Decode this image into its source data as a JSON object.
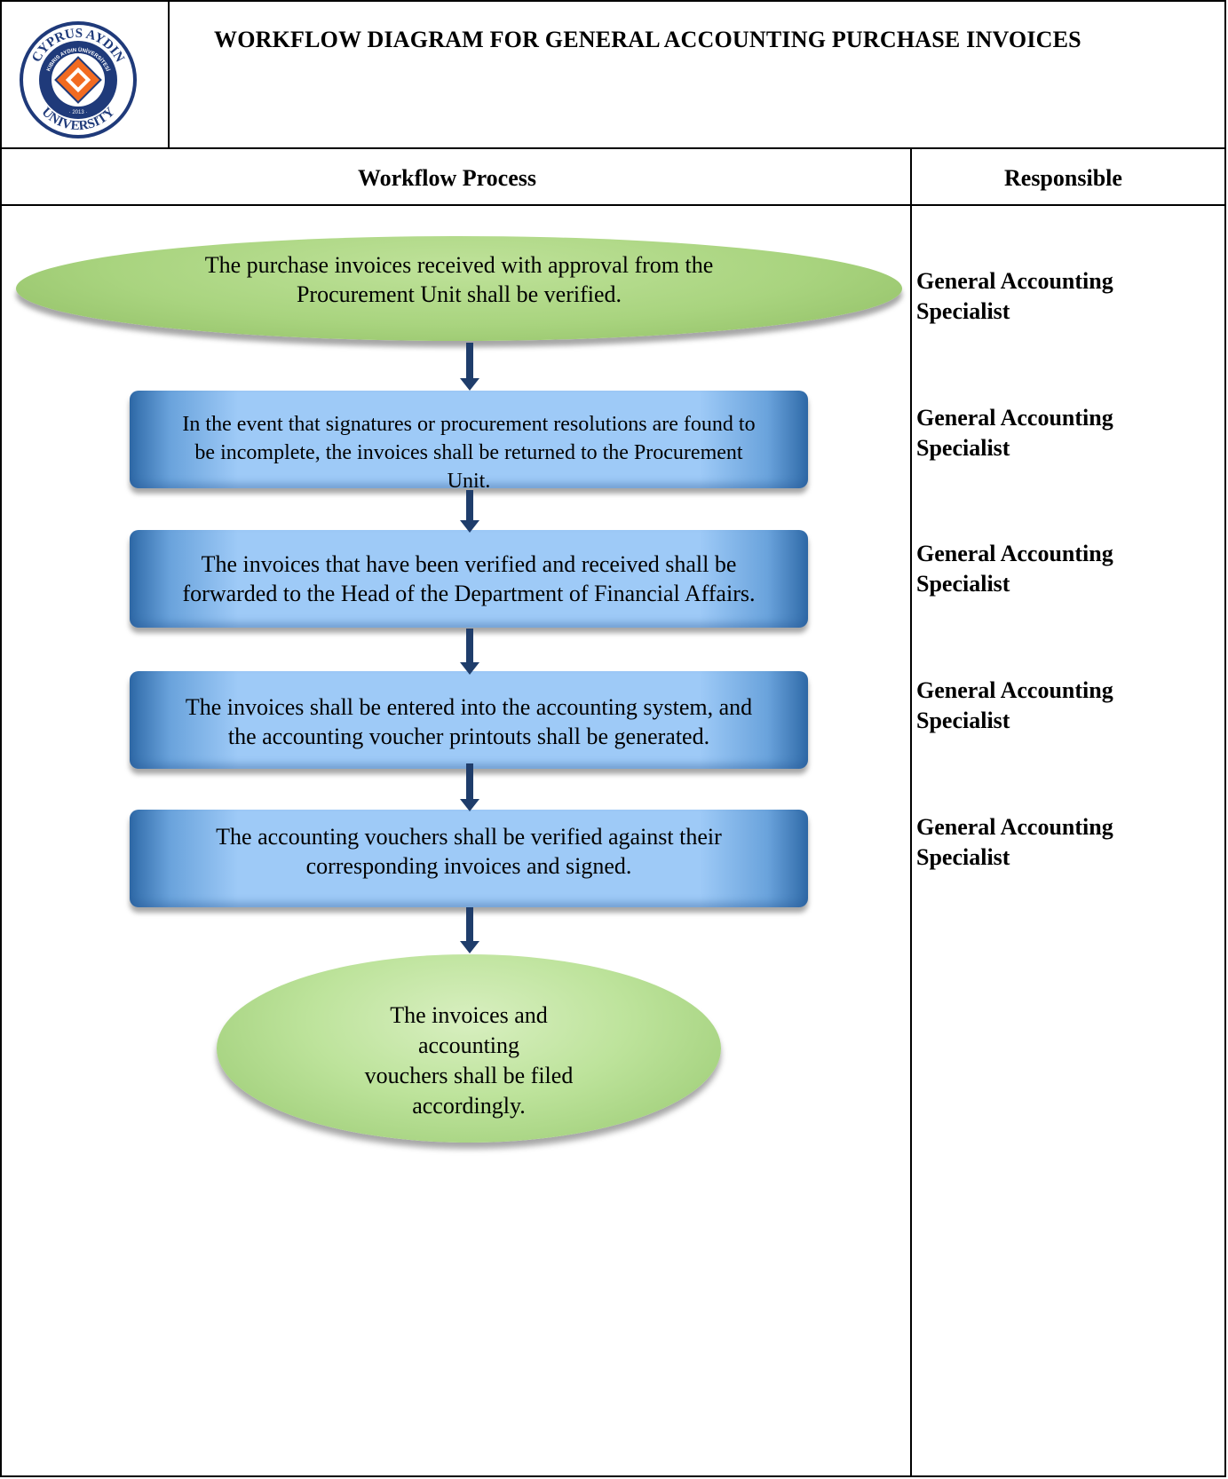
{
  "header": {
    "title": "WORKFLOW DIAGRAM FOR GENERAL ACCOUNTING PURCHASE INVOICES",
    "logo": {
      "top_text": "CYPRUS AYDIN",
      "inner_text": "KIBRIS AYDIN ÜNİVERSİTESİ",
      "year": "· 2013 ·",
      "bottom_text": "UNIVERSITY"
    }
  },
  "columns": {
    "process": "Workflow Process",
    "responsible": "Responsible"
  },
  "steps": [
    {
      "text_lines": [
        "The purchase invoices received with approval from the",
        "Procurement Unit shall be verified."
      ],
      "responsible_lines": [
        "General Accounting",
        "Specialist"
      ]
    },
    {
      "text_lines": [
        "In the event that signatures or procurement resolutions are found to",
        "be incomplete, the invoices shall be returned to the Procurement",
        "Unit."
      ],
      "responsible_lines": [
        "General Accounting",
        "Specialist"
      ]
    },
    {
      "text_lines": [
        "The invoices that have been verified and received shall be",
        "forwarded to the Head of the Department of Financial Affairs."
      ],
      "responsible_lines": [
        "General Accounting",
        "Specialist"
      ]
    },
    {
      "text_lines": [
        "The invoices shall be entered into the accounting system, and",
        "the accounting voucher printouts shall be generated."
      ],
      "responsible_lines": [
        "General Accounting",
        "Specialist"
      ]
    },
    {
      "text_lines": [
        "The accounting vouchers shall be verified against their",
        "corresponding invoices and signed."
      ],
      "responsible_lines": [
        "General Accounting",
        "Specialist"
      ]
    },
    {
      "text_lines": [
        "The invoices and accounting",
        "vouchers shall be filed",
        "accordingly."
      ]
    }
  ],
  "colors": {
    "start_ellipse": "#a9d47f",
    "process_box": "#9ecaf7",
    "process_box_edge": "#2f6aa8",
    "arrow": "#1f3d6b",
    "logo_navy": "#1f3a7a",
    "logo_orange": "#f26b21"
  }
}
